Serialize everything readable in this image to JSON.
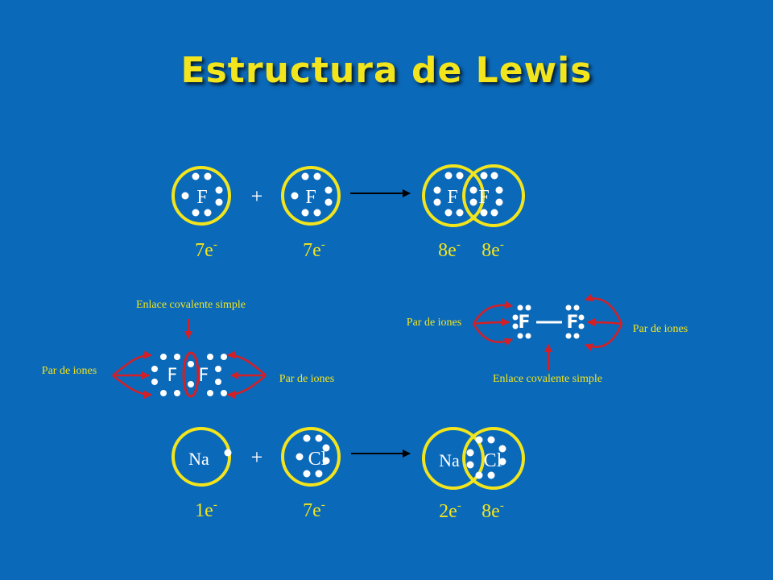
{
  "title": "Estructura de Lewis",
  "colors": {
    "background": "#0b69b9",
    "yellow": "#f2e51d",
    "red": "#d41f26",
    "electron": "#ffffff"
  },
  "row1": {
    "atom1": {
      "symbol": "F",
      "count": "7e",
      "charge": "-"
    },
    "plus": "+",
    "atom2": {
      "symbol": "F",
      "count": "7e",
      "charge": "-"
    },
    "product": {
      "left_symbol": "F",
      "right_symbol": "F",
      "left_count": "8e",
      "right_count": "8e",
      "charge": "-"
    }
  },
  "row2_left": {
    "bond_label": "Enlace covalente simple",
    "pair_label_left": "Par de iones",
    "pair_label_right": "Par de iones",
    "left_symbol": "F",
    "right_symbol": "F"
  },
  "row2_right": {
    "pair_label_left": "Par de iones",
    "pair_label_right": "Par de iones",
    "bond_label": "Enlace covalente simple",
    "left_symbol": "F",
    "right_symbol": "F"
  },
  "row3": {
    "atom1": {
      "symbol": "Na",
      "count": "1e",
      "charge": "-"
    },
    "plus": "+",
    "atom2": {
      "symbol": "Cl",
      "count": "7e",
      "charge": "-"
    },
    "product": {
      "left_symbol": "Na",
      "right_symbol": "Cl",
      "left_count": "2e",
      "right_count": "8e",
      "charge": "-"
    }
  }
}
